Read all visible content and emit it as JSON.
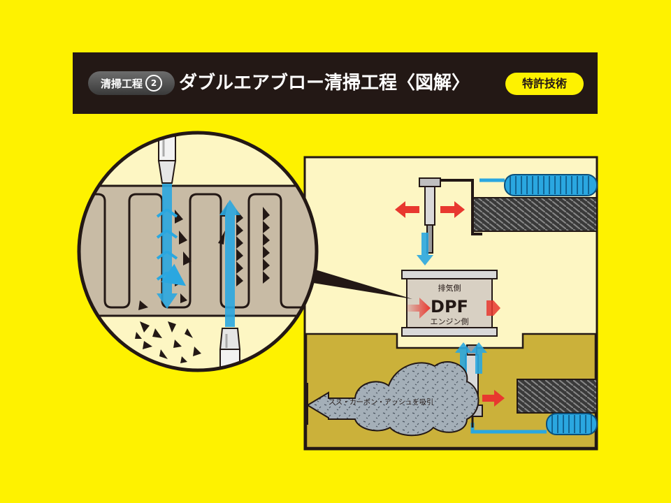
{
  "header": {
    "step_label": "清掃工程",
    "step_number": "2",
    "title": "ダブルエアブロー清掃工程〈図解〉",
    "badge": "特許技術"
  },
  "diagram": {
    "dpf_label": "DPF",
    "exhaust_side": "排気側",
    "engine_side": "エンジン側",
    "suction_label": "スス・カーボン・アッシュを吸引"
  },
  "colors": {
    "background": "#fef200",
    "header_bg": "#231815",
    "panel_light": "#fdf6c3",
    "panel_dark": "#cbb13a",
    "air_blue": "#2aa7e0",
    "heat_red": "#e8382f",
    "filter_beige": "#c8bba5",
    "cloud_gray": "#9aa7b0"
  },
  "icons": [
    "air-nozzle-icon",
    "air-flow-arrow-icon",
    "heat-arrow-icon",
    "coiled-hose-icon",
    "soot-cloud-icon"
  ]
}
